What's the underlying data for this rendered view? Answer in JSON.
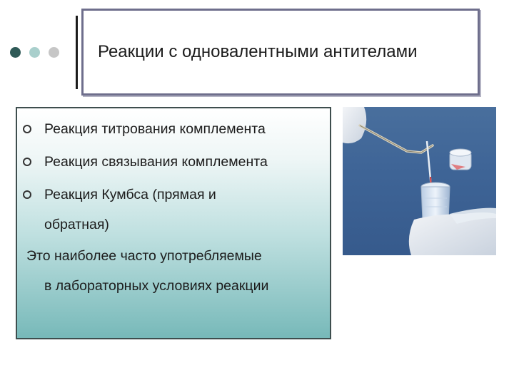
{
  "slide": {
    "title": "Реакции с одновалентными антителами",
    "bullets": [
      "Реакция титрования комплемента",
      "Реакция связывания комплемента",
      "Реакция Кумбса (прямая и"
    ],
    "bullet_continuation": "обратная)",
    "note_line1": "Это наиболее часто употребляемые",
    "note_line2": "в лабораторных условиях реакции"
  },
  "decor": {
    "dot_colors": [
      "#2f5a57",
      "#a9cfcc",
      "#c6c6c6"
    ],
    "content_gradient": [
      "#ffffff",
      "#77b9b9"
    ],
    "photo_background": "#3f6597",
    "photo_subject": "lab-pipette-and-vial"
  }
}
